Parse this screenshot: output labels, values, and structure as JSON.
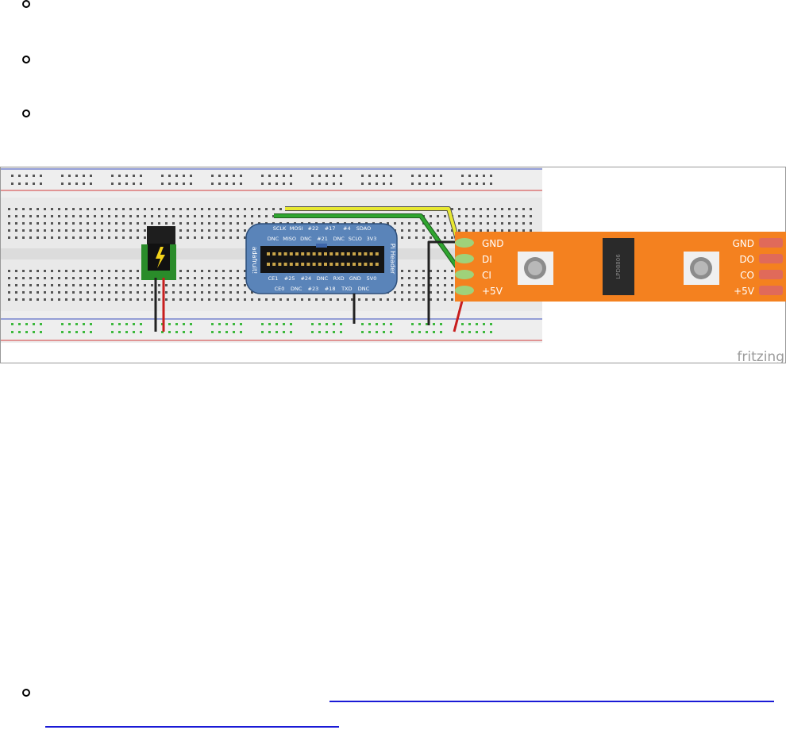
{
  "strip": {
    "left_pins": [
      "GND",
      "DI",
      "CI",
      "+5V"
    ],
    "right_pins": [
      "GND",
      "DO",
      "CO",
      "+5V"
    ],
    "chip_label": "LPD8806"
  },
  "pi_header": {
    "top_labels": [
      "SCLK",
      "MOSI",
      "#22",
      "#17",
      "#4",
      "SDAO"
    ],
    "top_labels_2": [
      "DNC",
      "MISO",
      "DNC",
      "#21",
      "DNC",
      "SCLO",
      "3V3"
    ],
    "bottom_labels": [
      "CE1",
      "#25",
      "#24",
      "DNC",
      "RXD",
      "GND",
      "5V0"
    ],
    "bottom_labels_2": [
      "CE0",
      "DNC",
      "#23",
      "#18",
      "TXD",
      "DNC"
    ],
    "brand": "adafruit!",
    "side_label": "Pi Header"
  },
  "watermark": "fritzing",
  "colors": {
    "strip": "#f4811f",
    "wire_yellow": "#e7e732",
    "wire_green": "#2fa52f",
    "wire_black": "#222222",
    "wire_red": "#c81e1e",
    "link": "#1a1ad6"
  }
}
